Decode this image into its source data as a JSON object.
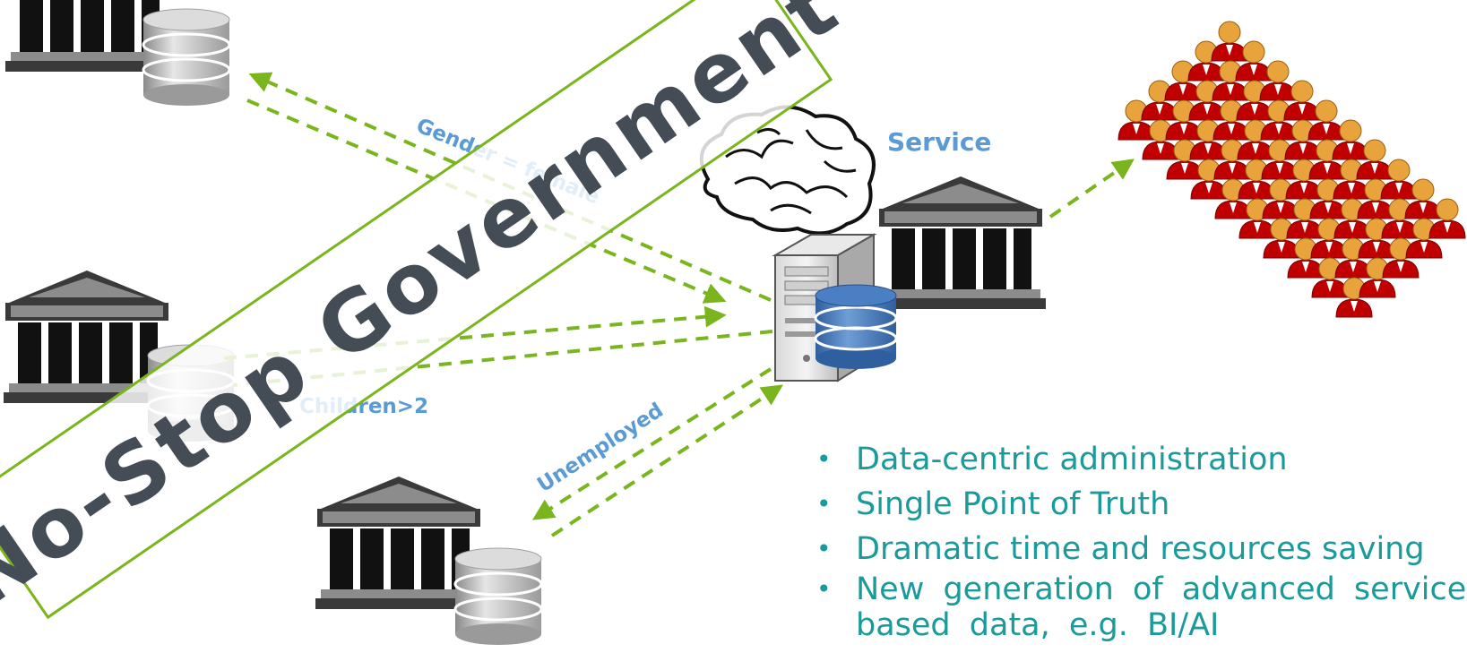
{
  "banner": {
    "text": "No-Stop Government",
    "border_color": "#7ab51d"
  },
  "labels": {
    "gender": "Gender = female",
    "children": "Children>2",
    "unemployed": "Unemployed",
    "service": "Service"
  },
  "bullets": [
    "Data-centric administration",
    "Single Point of Truth",
    "Dramatic time and resources saving",
    "New generation of advanced services based data, e.g. BI/AI"
  ],
  "colors": {
    "arrow": "#7ab51d",
    "label": "#5b9bd5",
    "bullet_text": "#1a9a9a",
    "building": "#3a3a3a",
    "person_body": "#c00000",
    "person_head": "#e8a33c"
  },
  "icons": [
    "government-building-icon",
    "database-icon",
    "server-icon",
    "brain-icon",
    "people-crowd-icon"
  ]
}
